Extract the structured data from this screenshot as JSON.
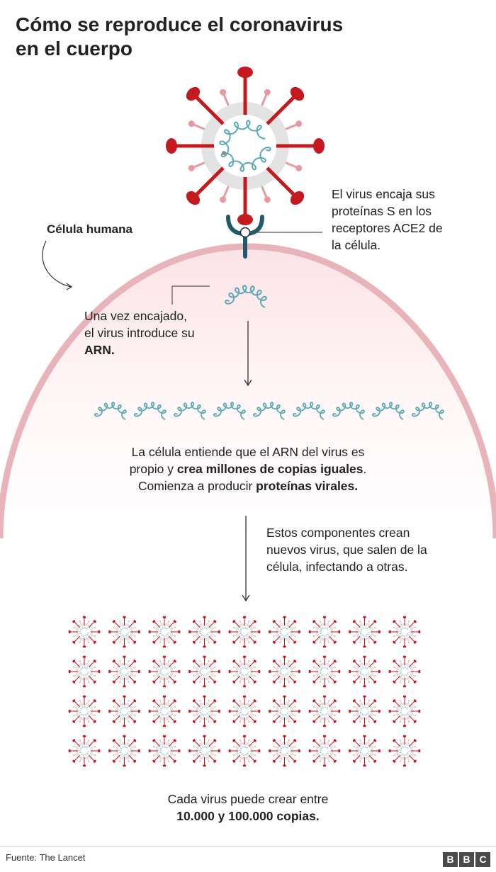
{
  "title": [
    "Cómo se reproduce el coronavirus",
    "en el cuerpo"
  ],
  "cell_label": "Célula humana",
  "step_attach": [
    "El virus encaja sus",
    "proteínas S en los",
    "receptores ACE2 de",
    "la célula."
  ],
  "step_rna": {
    "line1": "Una vez encajado,",
    "line2": "el virus introduce su",
    "bold": "ARN."
  },
  "step_copy": {
    "line1": "La célula entiende que el ARN del virus es",
    "line2_pre": "propio y ",
    "line2_bold": "crea millones de copias iguales",
    "line2_post": ".",
    "line3_pre": "Comienza a producir ",
    "line3_bold": "proteínas virales."
  },
  "step_exit": [
    "Estos componentes crean",
    "nuevos virus, que salen de la",
    "célula, infectando a otras."
  ],
  "step_count": {
    "line1": "Cada virus puede crear entre",
    "bold": "10.000 y 100.000 copias."
  },
  "source": "Fuente: The Lancet",
  "brand": [
    "B",
    "B",
    "C"
  ],
  "colors": {
    "virus_spike": "#c4191f",
    "virus_spike_light": "#e89aa0",
    "virus_body": "#e3e3e3",
    "rna": "#5aa9b8",
    "receptor": "#1e5a6a",
    "cell_membrane": "#e8b4ba",
    "cell_fill": "#fdf1f2"
  },
  "icons": [
    "virus-icon",
    "rna-strand-icon",
    "ace2-receptor-icon",
    "arrow-down-icon",
    "curved-arrow-icon"
  ],
  "grid": {
    "rows": 4,
    "cols": 9
  },
  "rna_copies": 9
}
